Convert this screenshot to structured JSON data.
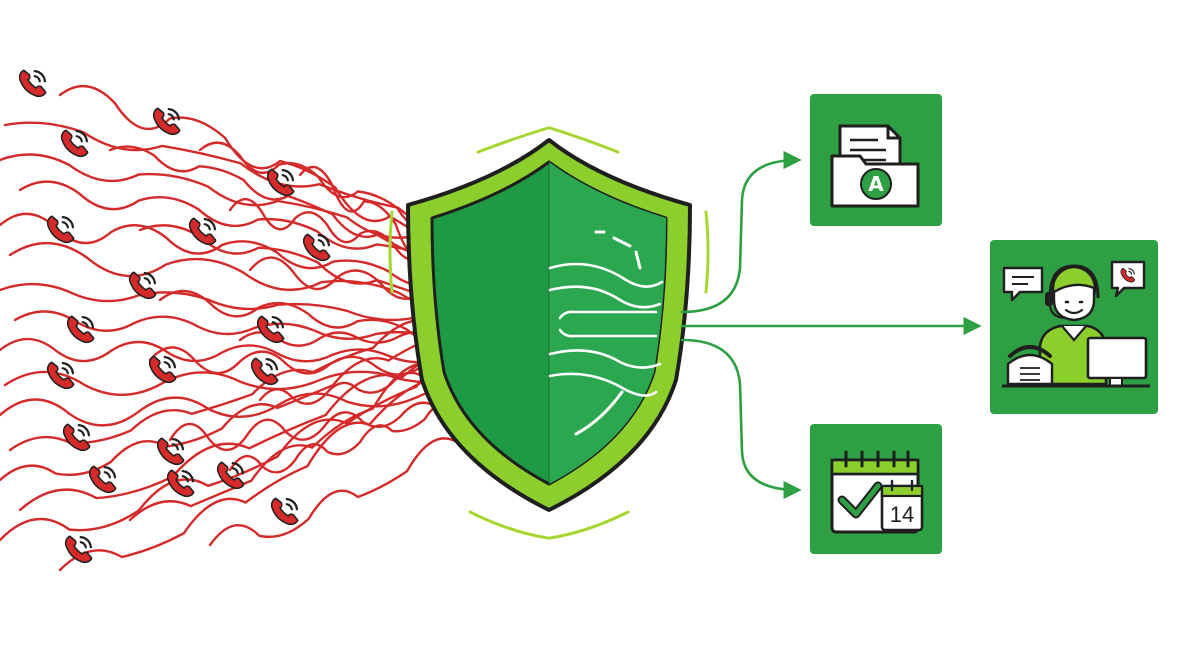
{
  "colors": {
    "call_red": "#d42a2a",
    "shield_dark": "#1f9a44",
    "shield_light": "#8ccf2c",
    "card_green": "#2ea043",
    "arrow_green": "#2ea043",
    "ink": "#1f1f1f"
  },
  "incoming_calls": {
    "icon": "phone-ringing-icon",
    "count": 20
  },
  "shield": {
    "icon": "shield-icon"
  },
  "destinations": [
    {
      "id": "documents",
      "icon": "folder-document-icon",
      "logo_letter": "A"
    },
    {
      "id": "agent",
      "icon": "agent-headset-icon"
    },
    {
      "id": "calendar",
      "icon": "calendar-check-icon",
      "day_number": "14"
    }
  ]
}
